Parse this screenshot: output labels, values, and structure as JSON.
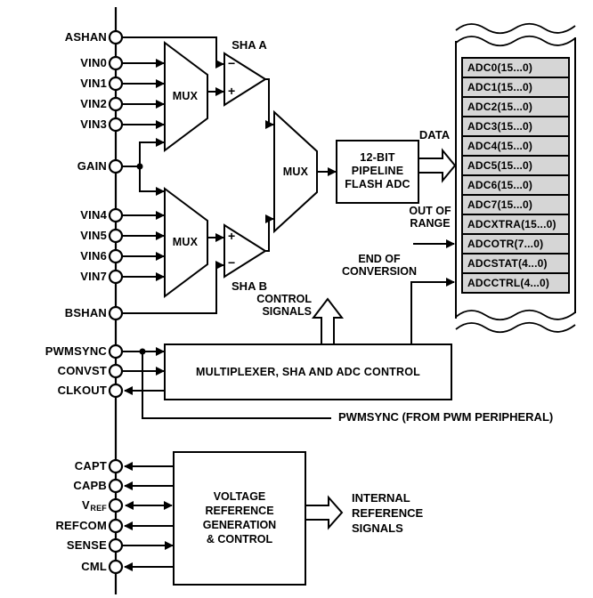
{
  "colors": {
    "background": "#ffffff",
    "line": "#000000",
    "register_fill": "#d6d6d6",
    "text": "#000000"
  },
  "pins": {
    "ashan": "ASHAN",
    "vin0": "VIN0",
    "vin1": "VIN1",
    "vin2": "VIN2",
    "vin3": "VIN3",
    "gain": "GAIN",
    "vin4": "VIN4",
    "vin5": "VIN5",
    "vin6": "VIN6",
    "vin7": "VIN7",
    "bshan": "BSHAN",
    "pwmsync": "PWMSYNC",
    "convst": "CONVST",
    "clkout": "CLKOUT",
    "capt": "CAPT",
    "capb": "CAPB",
    "vref_base": "V",
    "vref_sub": "REF",
    "refcom": "REFCOM",
    "sense": "SENSE",
    "cml": "CML"
  },
  "blocks": {
    "mux_a": "MUX",
    "mux_b": "MUX",
    "mux_c": "MUX",
    "sha_a": "SHA A",
    "sha_b": "SHA B",
    "sha_a_minus": "−",
    "sha_a_plus": "+",
    "sha_b_plus": "+",
    "sha_b_minus": "−",
    "adc": "12-BIT\nPIPELINE\nFLASH ADC",
    "control": "MULTIPLEXER, SHA AND ADC CONTROL",
    "voltage_ref": "VOLTAGE\nREFERENCE\nGENERATION\n& CONTROL"
  },
  "labels": {
    "data": "DATA",
    "out_of_range": "OUT OF\nRANGE",
    "end_of_conversion": "END OF\nCONVERSION",
    "control_signals": "CONTROL SIGNALS",
    "pwmsync_note": "PWMSYNC (FROM PWM PERIPHERAL)",
    "internal_ref": "INTERNAL\nREFERENCE\nSIGNALS"
  },
  "registers": [
    "ADC0(15...0)",
    "ADC1(15...0)",
    "ADC2(15...0)",
    "ADC3(15...0)",
    "ADC4(15...0)",
    "ADC5(15...0)",
    "ADC6(15...0)",
    "ADC7(15...0)",
    "ADCXTRA(15...0)",
    "ADCOTR(7...0)",
    "ADCSTAT(4...0)",
    "ADCCTRL(4...0)"
  ]
}
